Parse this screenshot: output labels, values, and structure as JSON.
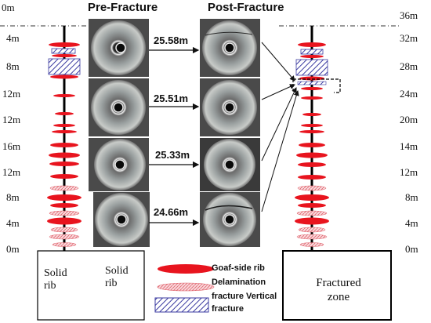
{
  "headers": {
    "pre": "Pre-Fracture",
    "post": "Post-Fracture"
  },
  "left_axis": [
    "0m",
    "4m",
    "8m",
    "12m",
    "12m",
    "16m",
    "12m",
    "8m",
    "4m",
    "0m"
  ],
  "right_axis": [
    "36m",
    "32m",
    "28m",
    "24m",
    "20m",
    "14m",
    "12m",
    "8m",
    "4m",
    "0m"
  ],
  "distances": [
    "25.58m",
    "25.51m",
    "25.33m",
    "24.66m"
  ],
  "legend": {
    "goaf": "Goaf-side rib",
    "delamination": "Delamination",
    "vertical_line1": "fracture Vertical",
    "vertical_line2": "fracture"
  },
  "bottom_boxes": {
    "left_label_a": "Solid rib",
    "left_label_b": "Solid rib",
    "right_label": "Fractured zone"
  },
  "colors": {
    "goaf_red": "#e8141e",
    "delamination_pink": "#f2aab0",
    "vertical_blue": "#3a3aa0"
  },
  "icons": [
    "borehole-image",
    "arrow-right"
  ]
}
